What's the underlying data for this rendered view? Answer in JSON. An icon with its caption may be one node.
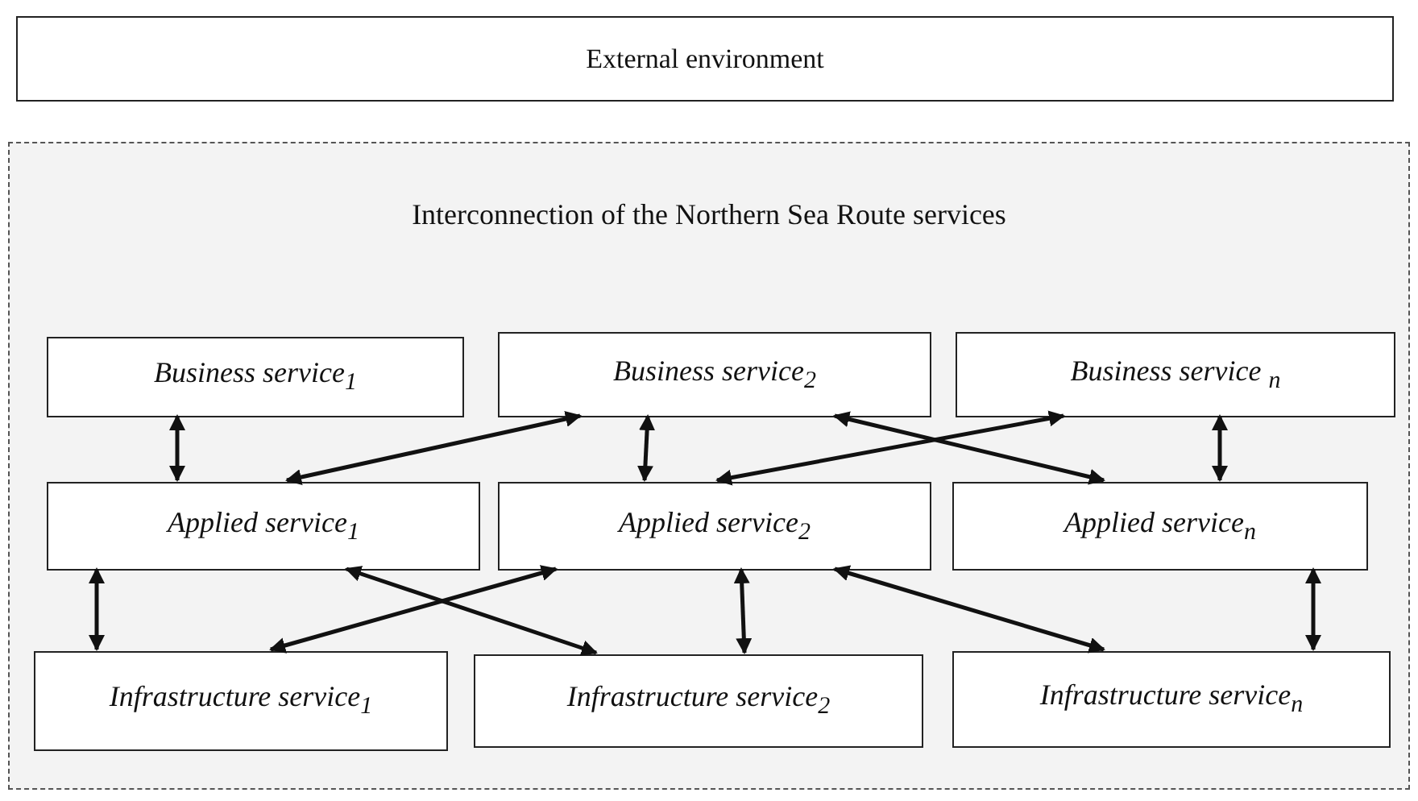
{
  "diagram": {
    "nodes": [
      {
        "text": [
          "External environment"
        ]
      },
      {
        "text": [
          "Interconnection of the Northern Sea Route services"
        ]
      },
      {
        "text": [
          "Business service$_{1}$"
        ],
        "in": 1
      },
      {
        "text": [
          "Business service$_{2}$"
        ],
        "in": 1
      },
      {
        "text": [
          "Business service $_{n}$"
        ],
        "in": 1
      },
      {
        "text": [
          "Applied service$_{1}$"
        ],
        "in": 1
      },
      {
        "text": [
          "Applied service$_{2}$"
        ],
        "in": 1
      },
      {
        "text": [
          "Applied service$_{n}$"
        ],
        "in": 1
      },
      {
        "text": [
          "Infrastructure service$_{1}$"
        ],
        "in": 1
      },
      {
        "text": [
          "Infrastructure service$_{2}$"
        ],
        "in": 1
      },
      {
        "text": [
          "Infrastructure service$_{n}$"
        ],
        "in": 1
      }
    ],
    "edges": [
      {
        "from": 2,
        "to": 5,
        "arrow": "both"
      },
      {
        "from": 3,
        "to": 5,
        "arrow": "both"
      },
      {
        "from": 3,
        "to": 6,
        "arrow": "both"
      },
      {
        "from": 3,
        "to": 7,
        "arrow": "both"
      },
      {
        "from": 4,
        "to": 6,
        "arrow": "both"
      },
      {
        "from": 4,
        "to": 7,
        "arrow": "both"
      },
      {
        "from": 5,
        "to": 8,
        "arrow": "both"
      },
      {
        "from": 5,
        "to": 9,
        "arrow": "both"
      },
      {
        "from": 6,
        "to": 8,
        "arrow": "both"
      },
      {
        "from": 6,
        "to": 9,
        "arrow": "both"
      },
      {
        "from": 6,
        "to": 10,
        "arrow": "both"
      },
      {
        "from": 7,
        "to": 10,
        "arrow": "both"
      }
    ]
  }
}
